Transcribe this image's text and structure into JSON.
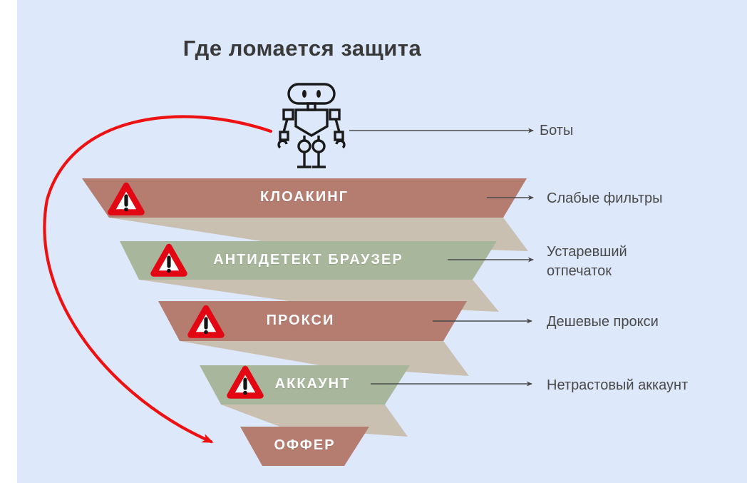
{
  "title": "Где ломается защита",
  "source": {
    "label": "Боты",
    "icon": "robot-icon"
  },
  "funnel": {
    "layers": [
      {
        "label": "КЛОАКИНГ",
        "color": "#b57c70",
        "warning": true,
        "annotation": "Слабые фильтры"
      },
      {
        "label": "АНТИДЕТЕКТ БРАУЗЕР",
        "color": "#a8b79b",
        "warning": true,
        "annotation": "Устаревший отпечаток"
      },
      {
        "label": "ПРОКСИ",
        "color": "#b57c70",
        "warning": true,
        "annotation": "Дешевые прокси"
      },
      {
        "label": "АККАУНТ",
        "color": "#a8b79b",
        "warning": true,
        "annotation": "Нетрастовый аккаунт"
      },
      {
        "label": "ОФФЕР",
        "color": "#b57c70",
        "warning": false,
        "annotation": ""
      }
    ],
    "warning_icon": "warning-triangle-icon",
    "bypass_icon": "red-curved-arrow"
  },
  "colors": {
    "background": "#dee8fb",
    "red_layer": "#b57c70",
    "green_layer": "#a8b79b",
    "connector_beige": "#c9c0b2",
    "arrow_red": "#ee1111",
    "warning_red": "#e30613",
    "title_text": "#3a3a3a",
    "annotation_text": "#494949",
    "layer_text": "#ffffff",
    "annotation_line": "#4a4a4a",
    "robot_line": "#1a1a1a"
  }
}
